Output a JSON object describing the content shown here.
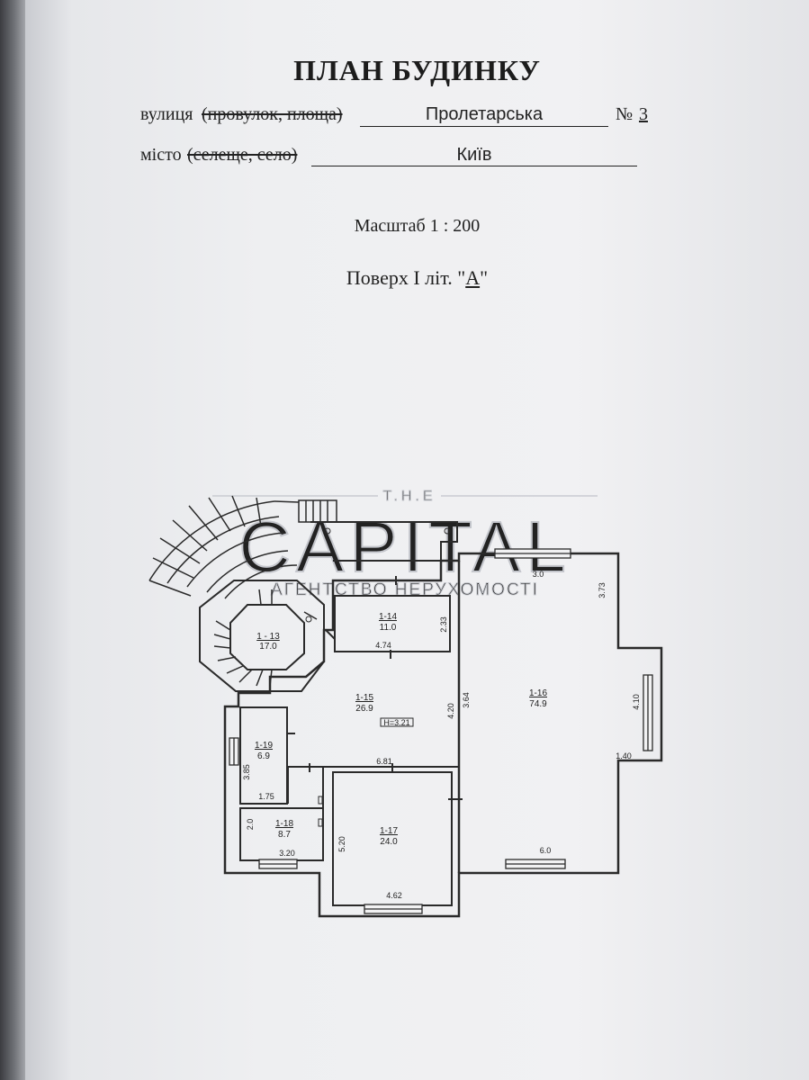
{
  "title": "ПЛАН БУДИНКУ",
  "street": {
    "label": "вулиця",
    "struck": "(провулок, площа)",
    "value": "Пролетарська",
    "num_label": "№",
    "num_value": "3"
  },
  "city": {
    "label": "місто",
    "struck": "(селеще, село)",
    "value": "Київ"
  },
  "scale": "Масштаб 1 : 200",
  "floor": {
    "prefix": "Поверх І літ. \"",
    "letter": "А",
    "suffix": "\""
  },
  "watermark": {
    "top": "T.H.E",
    "main": "CAPITAL",
    "sub": "АГЕНТСТВО НЕРУХОМОСТІ"
  },
  "rooms": {
    "r13": {
      "id": "1 - 13",
      "area": "17.0"
    },
    "r14": {
      "id": "1-14",
      "area": "11.0"
    },
    "r15": {
      "id": "1-15",
      "area": "26.9",
      "height": "H=3.21"
    },
    "r16": {
      "id": "1-16",
      "area": "74.9"
    },
    "r17": {
      "id": "1-17",
      "area": "24.0"
    },
    "r18": {
      "id": "1-18",
      "area": "8.7"
    },
    "r19": {
      "id": "1-19",
      "area": "6.9"
    }
  },
  "dims": {
    "d300": "3.0",
    "d373": "3.73",
    "d233": "2.33",
    "d474": "4.74",
    "d420": "4.20",
    "d364": "3.64",
    "d410": "4.10",
    "d140": "1.40",
    "d60": "6.0",
    "d681": "6.81",
    "d385": "3.85",
    "d175": "1.75",
    "d20": "2.0",
    "d320": "3.20",
    "d520": "5.20",
    "d462": "4.62"
  }
}
